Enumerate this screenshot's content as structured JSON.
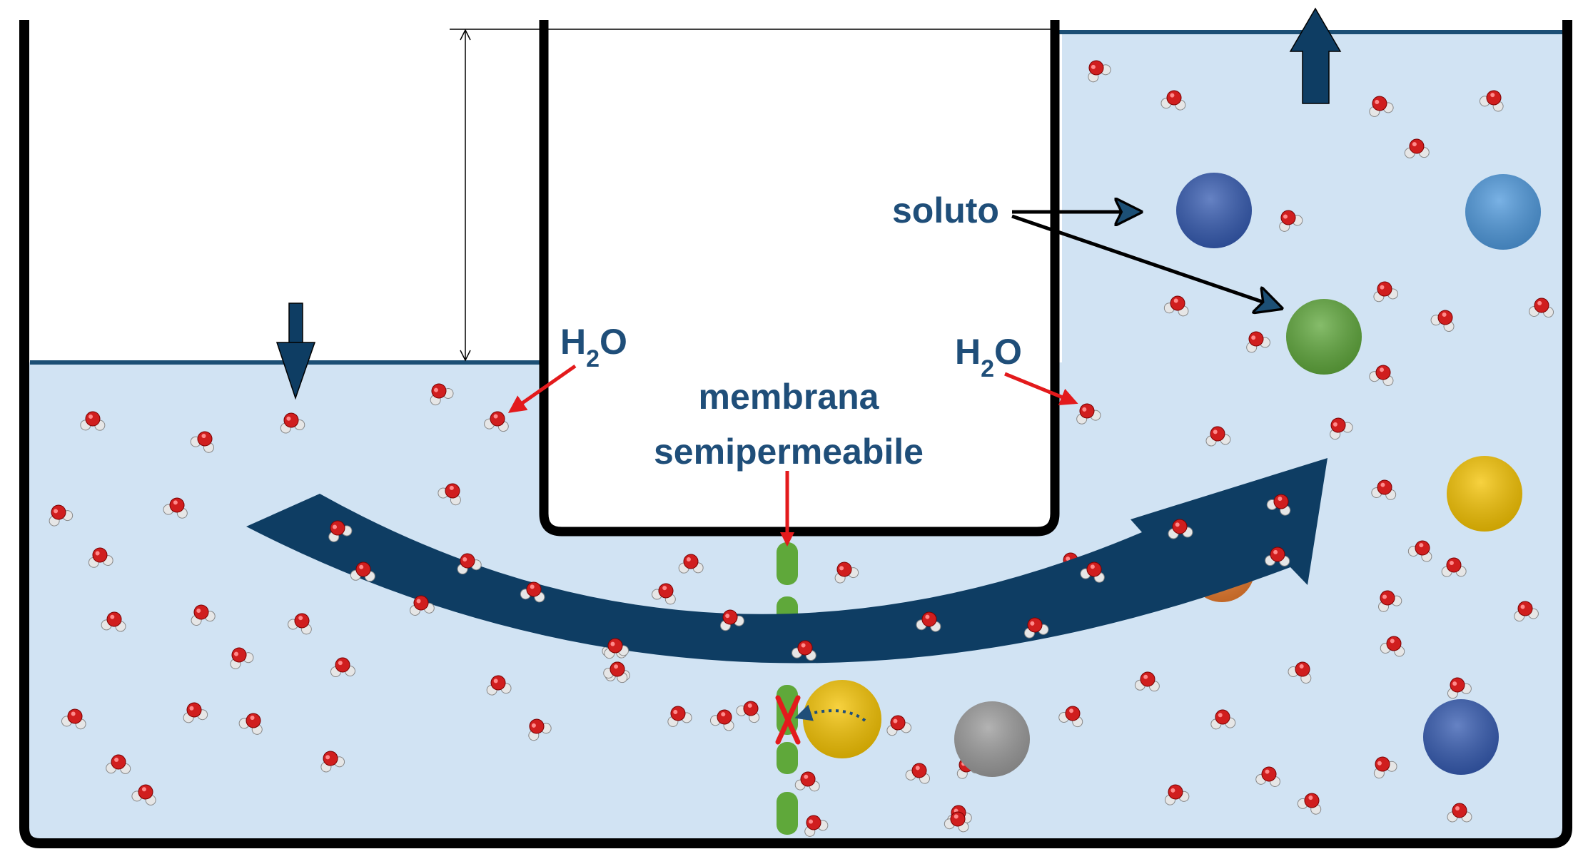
{
  "labels": {
    "solute": "soluto",
    "membrane_line1": "membrana",
    "membrane_line2": "semipermeabile",
    "water_left": {
      "main": "H",
      "sub": "2",
      "tail": "O"
    },
    "water_right": {
      "main": "H",
      "sub": "2",
      "tail": "O"
    }
  },
  "colors": {
    "solution": "#d1e3f3",
    "wall": "#000000",
    "level_line": "#1c4f75",
    "flow_arrow": "#0e3d63",
    "label_text": "#1f4e79",
    "pointer_red": "#e31a1c",
    "membrane_green": "#5fa83a",
    "oxygen": "#d01e1e",
    "hydrogen": "#e6e6e6"
  },
  "solute_particles": [
    {
      "name": "solute-blue",
      "color": "#3359b0"
    },
    {
      "name": "solute-light-blue",
      "color": "#4d98dc"
    },
    {
      "name": "solute-green",
      "color": "#5ea73a"
    },
    {
      "name": "solute-yellow",
      "color": "#f5c300"
    },
    {
      "name": "solute-orange",
      "color": "#e97a2b"
    },
    {
      "name": "solute-yellow-blocked",
      "color": "#f5c300"
    },
    {
      "name": "solute-gray",
      "color": "#9a9a9a"
    },
    {
      "name": "solute-blue-bottom",
      "color": "#3359b0"
    }
  ],
  "icons": {
    "water_molecule": "water-molecule-icon",
    "blocked_mark": "red-x-icon",
    "level_down": "arrow-down-icon",
    "level_up": "arrow-up-icon"
  }
}
